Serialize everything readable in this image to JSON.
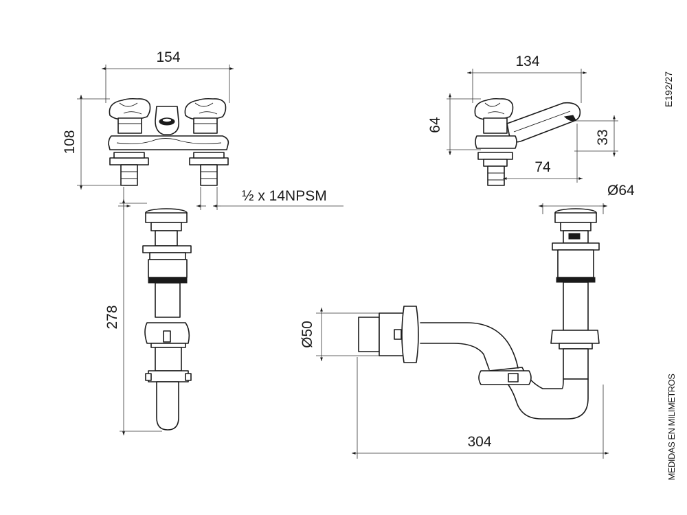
{
  "diagram": {
    "code": "E192/27",
    "units_note": "MEDIDAS EN MILIMETROS",
    "faucet_front": {
      "width": "154",
      "height": "108",
      "thread": "½ x 14NPSM"
    },
    "faucet_side": {
      "depth": "134",
      "height": "64",
      "spout_height": "33",
      "spout_reach": "74"
    },
    "drain_front": {
      "height": "278"
    },
    "trap_side": {
      "drain_diameter": "Ø64",
      "outlet_diameter": "Ø50",
      "length": "304"
    }
  }
}
